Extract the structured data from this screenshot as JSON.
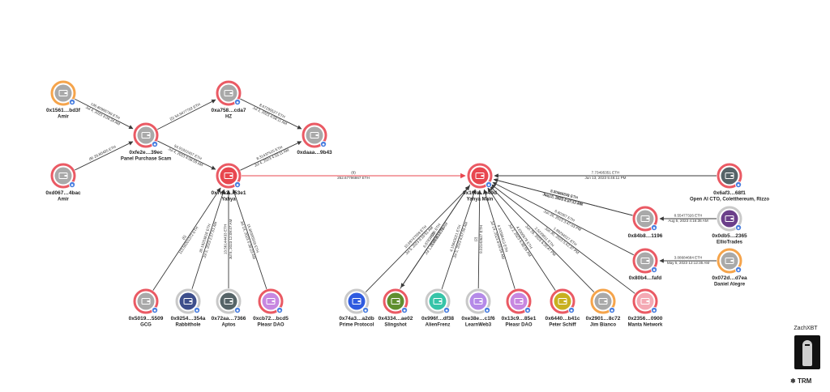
{
  "credit": {
    "author": "ZachXBT",
    "brand": "TRM",
    "brand_icon": "trm-snowflake-icon"
  },
  "colors": {
    "edge": "#3a3a3a",
    "edge_main": "#e8474f",
    "flagged_ring": "#ea5a64",
    "tile": "#a9a9a9",
    "badge": "#4a7fe0"
  },
  "nodes": [
    {
      "id": "n1",
      "address": "0x1561…bd3f",
      "label": "Amir",
      "ring": "#f5a44b",
      "fill": "#a9a9a9",
      "badge": true
    },
    {
      "id": "n2",
      "address": "0xd067…4bac",
      "label": "Amir",
      "ring": "#ea5a64",
      "fill": "#a9a9a9",
      "badge": true
    },
    {
      "id": "n3",
      "address": "0xfe2e…39ec",
      "label": "Panel Purchase Scam",
      "ring": "#ea5a64",
      "fill": "#a9a9a9",
      "badge": true
    },
    {
      "id": "n4",
      "address": "0xa758…cda7",
      "label": "HZ",
      "ring": "#ea5a64",
      "fill": "#a9a9a9",
      "badge": true
    },
    {
      "id": "n5",
      "address": "0xdaaa…9b43",
      "label": "",
      "ring": "#ea5a64",
      "fill": "#a9a9a9",
      "badge": true
    },
    {
      "id": "n6",
      "address": "0x7da3…53e1",
      "label": "Yahya",
      "ring": "#ea5a64",
      "fill": "#e8474f",
      "badge": true
    },
    {
      "id": "n7",
      "address": "0x10fc…b49d",
      "label": "Yahya Main",
      "ring": "#ea5a64",
      "fill": "#e8474f",
      "badge": true
    },
    {
      "id": "n8",
      "address": "0x5019…5509",
      "label": "GCG",
      "ring": "#ea5a64",
      "fill": "#a9a9a9",
      "badge": true
    },
    {
      "id": "n9",
      "address": "0x9254…354a",
      "label": "Rabbithole",
      "ring": "#c9c9c9",
      "fill": "#3d4e8c",
      "badge": true
    },
    {
      "id": "n10",
      "address": "0x72aa…7366",
      "label": "Aptos",
      "ring": "#c9c9c9",
      "fill": "#566468",
      "badge": true
    },
    {
      "id": "n11",
      "address": "0xcb72…bcd5",
      "label": "Pleasr DAO",
      "ring": "#ea5a64",
      "fill": "#c787e0",
      "badge": true
    },
    {
      "id": "n12",
      "address": "0x74a3…a2db",
      "label": "Prime Protocol",
      "ring": "#c9c9c9",
      "fill": "#2f5be0",
      "badge": true
    },
    {
      "id": "n13",
      "address": "0x4334…ae02",
      "label": "Slingshot",
      "ring": "#ea5a64",
      "fill": "#5f8f2f",
      "badge": true
    },
    {
      "id": "n14",
      "address": "0x996f…df38",
      "label": "AlienFrenz",
      "ring": "#c9c9c9",
      "fill": "#36c4a8",
      "badge": true
    },
    {
      "id": "n15",
      "address": "0xe38e…c1f6",
      "label": "LearnWeb3",
      "ring": "#c9c9c9",
      "fill": "#b58ae8",
      "badge": true
    },
    {
      "id": "n16",
      "address": "0x13c9…85e1",
      "label": "Pleasr DAO",
      "ring": "#ea5a64",
      "fill": "#c787e0",
      "badge": true
    },
    {
      "id": "n17",
      "address": "0x6440…b41c",
      "label": "Peter Schiff",
      "ring": "#ea5a64",
      "fill": "#c8b020",
      "badge": true
    },
    {
      "id": "n18",
      "address": "0x2901…8c72",
      "label": "Jim Bianco",
      "ring": "#f5a44b",
      "fill": "#a9a9a9",
      "badge": true
    },
    {
      "id": "n19",
      "address": "0x2356…0900",
      "label": "Manta Network",
      "ring": "#ea5a64",
      "fill": "#f4a9b4",
      "badge": true
    },
    {
      "id": "n20",
      "address": "0x6af3…68f1",
      "label": "Open AI CTO, Coletthereum, Rizzo",
      "ring": "#ea5a64",
      "fill": "#566468",
      "badge": true
    },
    {
      "id": "n21",
      "address": "0x84b8…1196",
      "label": "",
      "ring": "#ea5a64",
      "fill": "#a9a9a9",
      "badge": true
    },
    {
      "id": "n22",
      "address": "0x0db5…2365",
      "label": "EllioTrades",
      "ring": "#c9c9c9",
      "fill": "#6b3f8a",
      "badge": true
    },
    {
      "id": "n23",
      "address": "0x80b4…fafd",
      "label": "",
      "ring": "#ea5a64",
      "fill": "#a9a9a9",
      "badge": true
    },
    {
      "id": "n24",
      "address": "0x072d…d7ea",
      "label": "Daniel Alegre",
      "ring": "#f5a44b",
      "fill": "#a9a9a9",
      "badge": true
    }
  ],
  "edges": [
    {
      "from": "n1",
      "to": "n3",
      "label": "136.80986799 ETH",
      "date": "Jul 4, 2023 3:06:34 AM"
    },
    {
      "from": "n2",
      "to": "n3",
      "label": "(8)  29.80485 ETH",
      "date": ""
    },
    {
      "from": "n3",
      "to": "n4",
      "label": "(5)  54.9477792 ETH",
      "date": ""
    },
    {
      "from": "n4",
      "to": "n5",
      "label": "8.67290527 ETH",
      "date": "Jul 2, 2023 4:08:11 AM"
    },
    {
      "from": "n3",
      "to": "n6",
      "label": "54.91922457 ETH",
      "date": "Jul 4, 2023 6:08:59 AM"
    },
    {
      "from": "n6",
      "to": "n5",
      "label": "8.31437525 ETH",
      "date": "Jul 4, 2023 4:33:11 AM"
    },
    {
      "from": "n6",
      "to": "n7",
      "label": "(8)",
      "date": "252.67796867 ETH",
      "main": true
    },
    {
      "from": "n8",
      "to": "n6",
      "label": "(6)",
      "date": "113.59201372 ETH"
    },
    {
      "from": "n9",
      "to": "n6",
      "label": "26.19253818 ETH",
      "date": "Jul 5, 2023 2:27:51 AM"
    },
    {
      "from": "n10",
      "to": "n6",
      "label": "13.56144433 ETH",
      "date": "Jul 5, 2023 12:09:47 AM"
    },
    {
      "from": "n11",
      "to": "n6",
      "label": "15.80395503 ETH",
      "date": "Jul 14, 2023 6:38:23 AM"
    },
    {
      "from": "n12",
      "to": "n7",
      "label": "10.69747559 ETH",
      "date": "Jul 5, 2023 8:16:51 AM"
    },
    {
      "from": "n13",
      "to": "n7",
      "label": "6.87838556 ETH",
      "date": "Jul 1, 2023 8:32:28 AM"
    },
    {
      "from": "n7",
      "to": "n13",
      "label": "(2)",
      "date": "13.96961 ETH"
    },
    {
      "from": "n14",
      "to": "n7",
      "label": "4.15843021 ETH",
      "date": "Jul 5, 2023 8:07:05 AM"
    },
    {
      "from": "n15",
      "to": "n7",
      "label": "(2)",
      "date": "8.02142627 ETH"
    },
    {
      "from": "n16",
      "to": "n7",
      "label": "4.33388413 ETH",
      "date": "Jul 14, 2023 8:05:59 AM"
    },
    {
      "from": "n17",
      "to": "n7",
      "label": "4.6300578 ETH",
      "date": "Jul 2, 2023 6:38:55 AM"
    },
    {
      "from": "n18",
      "to": "n7",
      "label": "2.5229811 ETH",
      "date": "Jun 29, 2023 6:26:47 PM"
    },
    {
      "from": "n19",
      "to": "n7",
      "label": "1.98294527 ETH",
      "date": "Jun 30, 2023 5:42:37 PM"
    },
    {
      "from": "n20",
      "to": "n7",
      "label": "7.73495351 ETH",
      "date": "Jun 13, 2023 5:46:11 PM"
    },
    {
      "from": "n21",
      "to": "n7",
      "label": "8.50442378 ETH",
      "date": "Aug 1, 2023 4:17:23 AM"
    },
    {
      "from": "n21",
      "to": "n7",
      "label": "3.20366831 ETH",
      "date": "Jun 13, 2023 2:47:17 PM"
    },
    {
      "from": "n23",
      "to": "n7",
      "label": "6.80387 ETH",
      "date": "Jun 28, 2023 3:47:03 PM"
    },
    {
      "from": "n22",
      "to": "n21",
      "label": "8.55477326 ETH",
      "date": "Aug 5, 2023 4:16:35 AM"
    },
    {
      "from": "n24",
      "to": "n23",
      "label": "3.08684684 ETH",
      "date": "May 5, 2023 12:12:35 AM"
    }
  ]
}
